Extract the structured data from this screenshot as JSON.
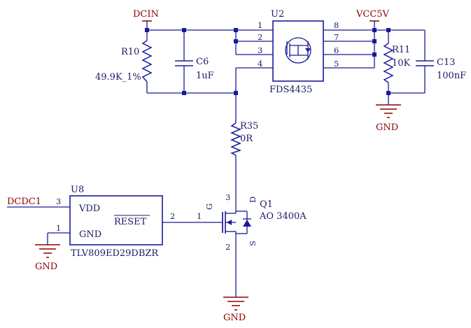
{
  "colors": {
    "wire": "#1a1a99",
    "body": "#1a1a99",
    "text": "#1a1a66",
    "netlabel": "#8b0000",
    "background": "#ffffff"
  },
  "nets": {
    "dcin": "DCIN",
    "vcc5v": "VCC5V",
    "gnd_r11": "GND",
    "gnd_u8": "GND",
    "gnd_q1": "GND",
    "dcdc1": "DCDC1"
  },
  "r10": {
    "ref": "R10",
    "value": "49.9K_1%"
  },
  "c6": {
    "ref": "C6",
    "value": "1uF"
  },
  "u2": {
    "ref": "U2",
    "part": "FDS4435",
    "pins_left": [
      "1",
      "2",
      "3",
      "4"
    ],
    "pins_right": [
      "8",
      "7",
      "6",
      "5"
    ]
  },
  "r11": {
    "ref": "R11",
    "value": "10K"
  },
  "c13": {
    "ref": "C13",
    "value": "100nF"
  },
  "r35": {
    "ref": "R35",
    "value": "0R"
  },
  "u8": {
    "ref": "U8",
    "part": "TLV809ED29DBZR",
    "pin_vdd_label": "VDD",
    "pin_gnd_label": "GND",
    "pin_reset_label": "RESET",
    "pin_vdd_num": "3",
    "pin_gnd_num": "1",
    "pin_reset_num": "2"
  },
  "q1": {
    "ref": "Q1",
    "part": "AO 3400A",
    "pin_g": "G",
    "pin_d": "D",
    "pin_s": "S",
    "pin_gate_num": "1",
    "pin_drain_num": "3",
    "pin_source_num": "2"
  }
}
